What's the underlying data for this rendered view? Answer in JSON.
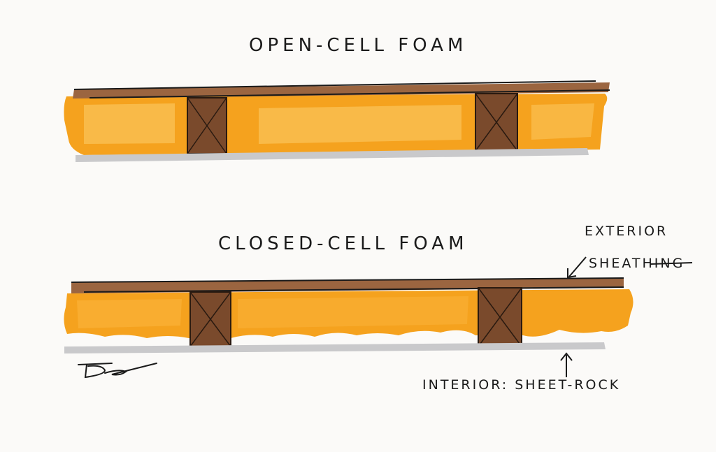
{
  "diagram": {
    "panels": [
      {
        "title": "OPEN-CELL FOAM"
      },
      {
        "title": "CLOSED-CELL FOAM"
      }
    ],
    "callouts": {
      "exterior_line1": "EXTERIOR",
      "exterior_line2": "SHEATHING",
      "interior": "INTERIOR: SHEET-ROCK"
    },
    "colors": {
      "foam": "#f5a21e",
      "foam_light": "#fbc45a",
      "sheathing": "#9b6540",
      "stud": "#7a4a2c",
      "sheetrock": "#c9c9cb",
      "ink": "#1a1a1a"
    }
  }
}
